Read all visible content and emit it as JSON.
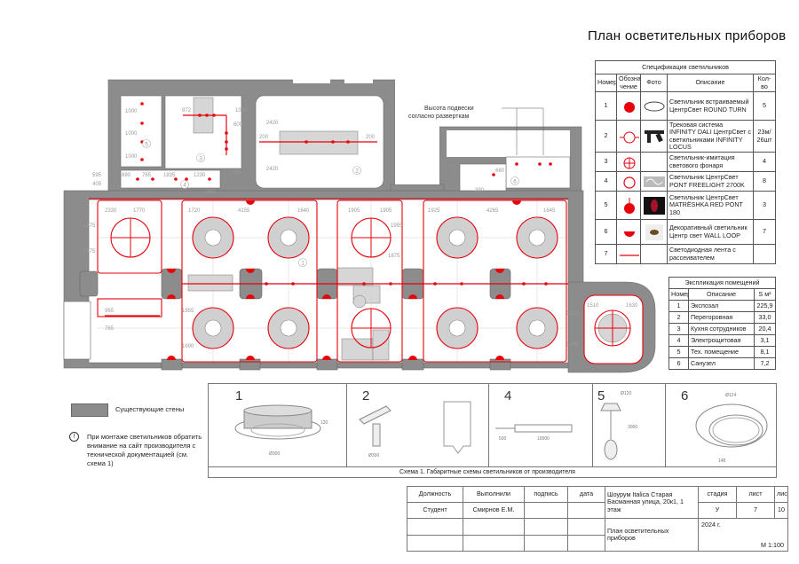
{
  "title": "План осветительных приборов",
  "spec": {
    "caption": "Спецификация светильников",
    "headers": [
      "Номер",
      "Обозна-чение",
      "Фото",
      "Описание",
      "Кол- во"
    ],
    "rows": [
      {
        "num": "1",
        "symbol": "red-filled-circle",
        "desc": "Светильник встраиваемый ЦентрСвет ROUND TURN",
        "qty": "5"
      },
      {
        "num": "2",
        "symbol": "track-circle",
        "desc": "Трековая система INFINITY DALI ЦентрСвет с светильниками INFINITY LOCUS",
        "qty": "23м/ 26шт"
      },
      {
        "num": "3",
        "symbol": "cross-circle",
        "desc": "Светильник-имитация светового фонаря",
        "qty": "4"
      },
      {
        "num": "4",
        "symbol": "ring",
        "desc": "Светильник ЦентрСвет PONT FREELIGHT 2700K",
        "qty": "8"
      },
      {
        "num": "5",
        "symbol": "pendant-dot",
        "desc": "Светильник ЦентрСвет MATRËSHKA RED PONT 180",
        "qty": "3"
      },
      {
        "num": "6",
        "symbol": "half-circle",
        "desc": "Декоративный светильник Центр свет WALL LOOP",
        "qty": "7"
      },
      {
        "num": "7",
        "symbol": "led-line",
        "desc": "Светодиодная лента с рассеивателем",
        "qty": ""
      }
    ]
  },
  "expl": {
    "caption": "Экспликация помещений",
    "headers": [
      "Номер",
      "Описание",
      "S м²"
    ],
    "rows": [
      {
        "num": "1",
        "name": "Экспозал",
        "area": "225,9"
      },
      {
        "num": "2",
        "name": "Перегоровная",
        "area": "33,0"
      },
      {
        "num": "3",
        "name": "Кухня сотрудников",
        "area": "20,4"
      },
      {
        "num": "4",
        "name": "Электрощитовая",
        "area": "3,1"
      },
      {
        "num": "5",
        "name": "Тех. помещение",
        "area": "8,1"
      },
      {
        "num": "6",
        "name": "Санузел",
        "area": "7,2"
      }
    ]
  },
  "plan": {
    "suspension_note_1": "Высота подвески",
    "suspension_note_2": "согласно разверткам",
    "room_numbers": [
      "1",
      "2",
      "3",
      "4",
      "5",
      "6"
    ],
    "dimensions": [
      "2330",
      "1770",
      "1720",
      "4155",
      "1640",
      "1905",
      "1905",
      "1925",
      "4265",
      "1645",
      "1875",
      "1875",
      "1855",
      "1690",
      "1955",
      "1875",
      "1510",
      "1490",
      "1510",
      "1630",
      "965",
      "765",
      "972",
      "1000",
      "600",
      "1390",
      "200",
      "200",
      "2420",
      "2420",
      "1000",
      "1000",
      "1000",
      "595",
      "405",
      "890",
      "765",
      "1835",
      "1230",
      "450",
      "680",
      "330"
    ]
  },
  "legend": {
    "walls_label": "Существующие стены",
    "note_icon": "!",
    "note": "При монтаже светильников обратить внимание на сайт производителя с технической документацией (см. схема 1)"
  },
  "schemes": {
    "numbers": [
      "1",
      "2",
      "4",
      "5",
      "6"
    ],
    "caption": "Схема 1. Габаритные схемы светильников от производителя",
    "dims": [
      "Ø300",
      "120",
      "Ø300",
      "10000",
      "500",
      "Ø120",
      "3000",
      "Ø124",
      "148"
    ]
  },
  "title_block": {
    "h_position": "Должность",
    "h_performed": "Выполнили",
    "h_signature": "подпись",
    "h_date": "дата",
    "project": "Шоурум Italica Старая Басманная улица, 20к1, 1 этаж",
    "h_stage": "стадия",
    "h_sheet": "лист",
    "h_sheets": "листов",
    "position": "Студент",
    "performer": "Смирнов Е.М.",
    "stage": "У",
    "sheet": "7",
    "sheets": "10",
    "drawing_name": "План осветительных приборов",
    "year": "2024 г.",
    "scale": "М 1:100"
  },
  "colors": {
    "accent": "#e8000b",
    "wall": "#8c8c8c",
    "furniture": "#d6d6d6"
  }
}
